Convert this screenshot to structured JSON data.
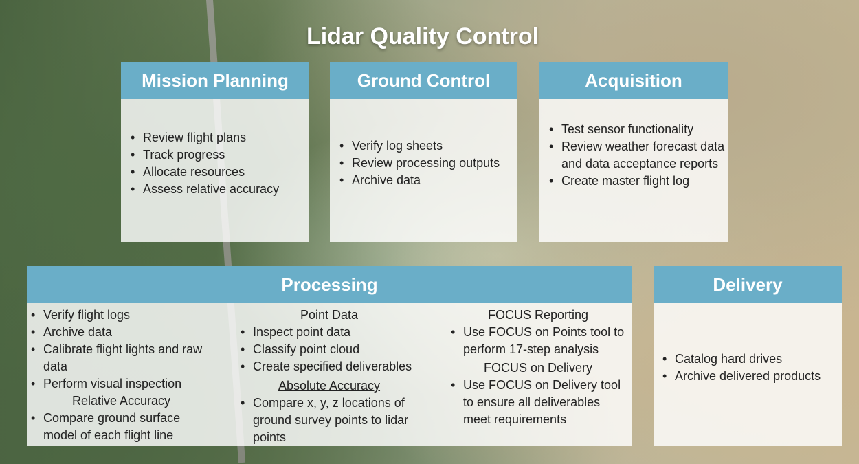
{
  "title": "Lidar Quality Control",
  "mission_planning": {
    "header": "Mission Planning",
    "items": [
      "Review flight plans",
      "Track progress",
      "Allocate resources",
      "Assess relative accuracy"
    ]
  },
  "ground_control": {
    "header": "Ground Control",
    "items": [
      "Verify log sheets",
      "Review processing outputs",
      "Archive data"
    ]
  },
  "acquisition": {
    "header": "Acquisition",
    "items": [
      "Test sensor functionality",
      "Review weather forecast data and data acceptance reports",
      "Create master flight log"
    ]
  },
  "processing": {
    "header": "Processing",
    "col1_items": [
      "Verify flight logs",
      "Archive data",
      "Calibrate flight lights and raw data",
      "Perform visual inspection"
    ],
    "relative_accuracy": {
      "heading": "Relative Accuracy",
      "items": [
        "Compare ground surface model of each flight line"
      ]
    },
    "point_data": {
      "heading": "Point Data",
      "items": [
        "Inspect point data",
        "Classify point cloud",
        "Create specified deliverables"
      ]
    },
    "absolute_accuracy": {
      "heading": "Absolute Accuracy",
      "items": [
        "Compare x, y, z locations of ground survey points to lidar points"
      ]
    },
    "focus_reporting": {
      "heading": "FOCUS Reporting",
      "items": [
        "Use FOCUS on Points tool to perform 17-step analysis"
      ]
    },
    "focus_delivery": {
      "heading": "FOCUS on Delivery",
      "items": [
        "Use FOCUS on Delivery tool to ensure all deliverables meet requirements"
      ]
    }
  },
  "delivery": {
    "header": "Delivery",
    "items": [
      "Catalog hard drives",
      "Archive delivered products"
    ]
  }
}
